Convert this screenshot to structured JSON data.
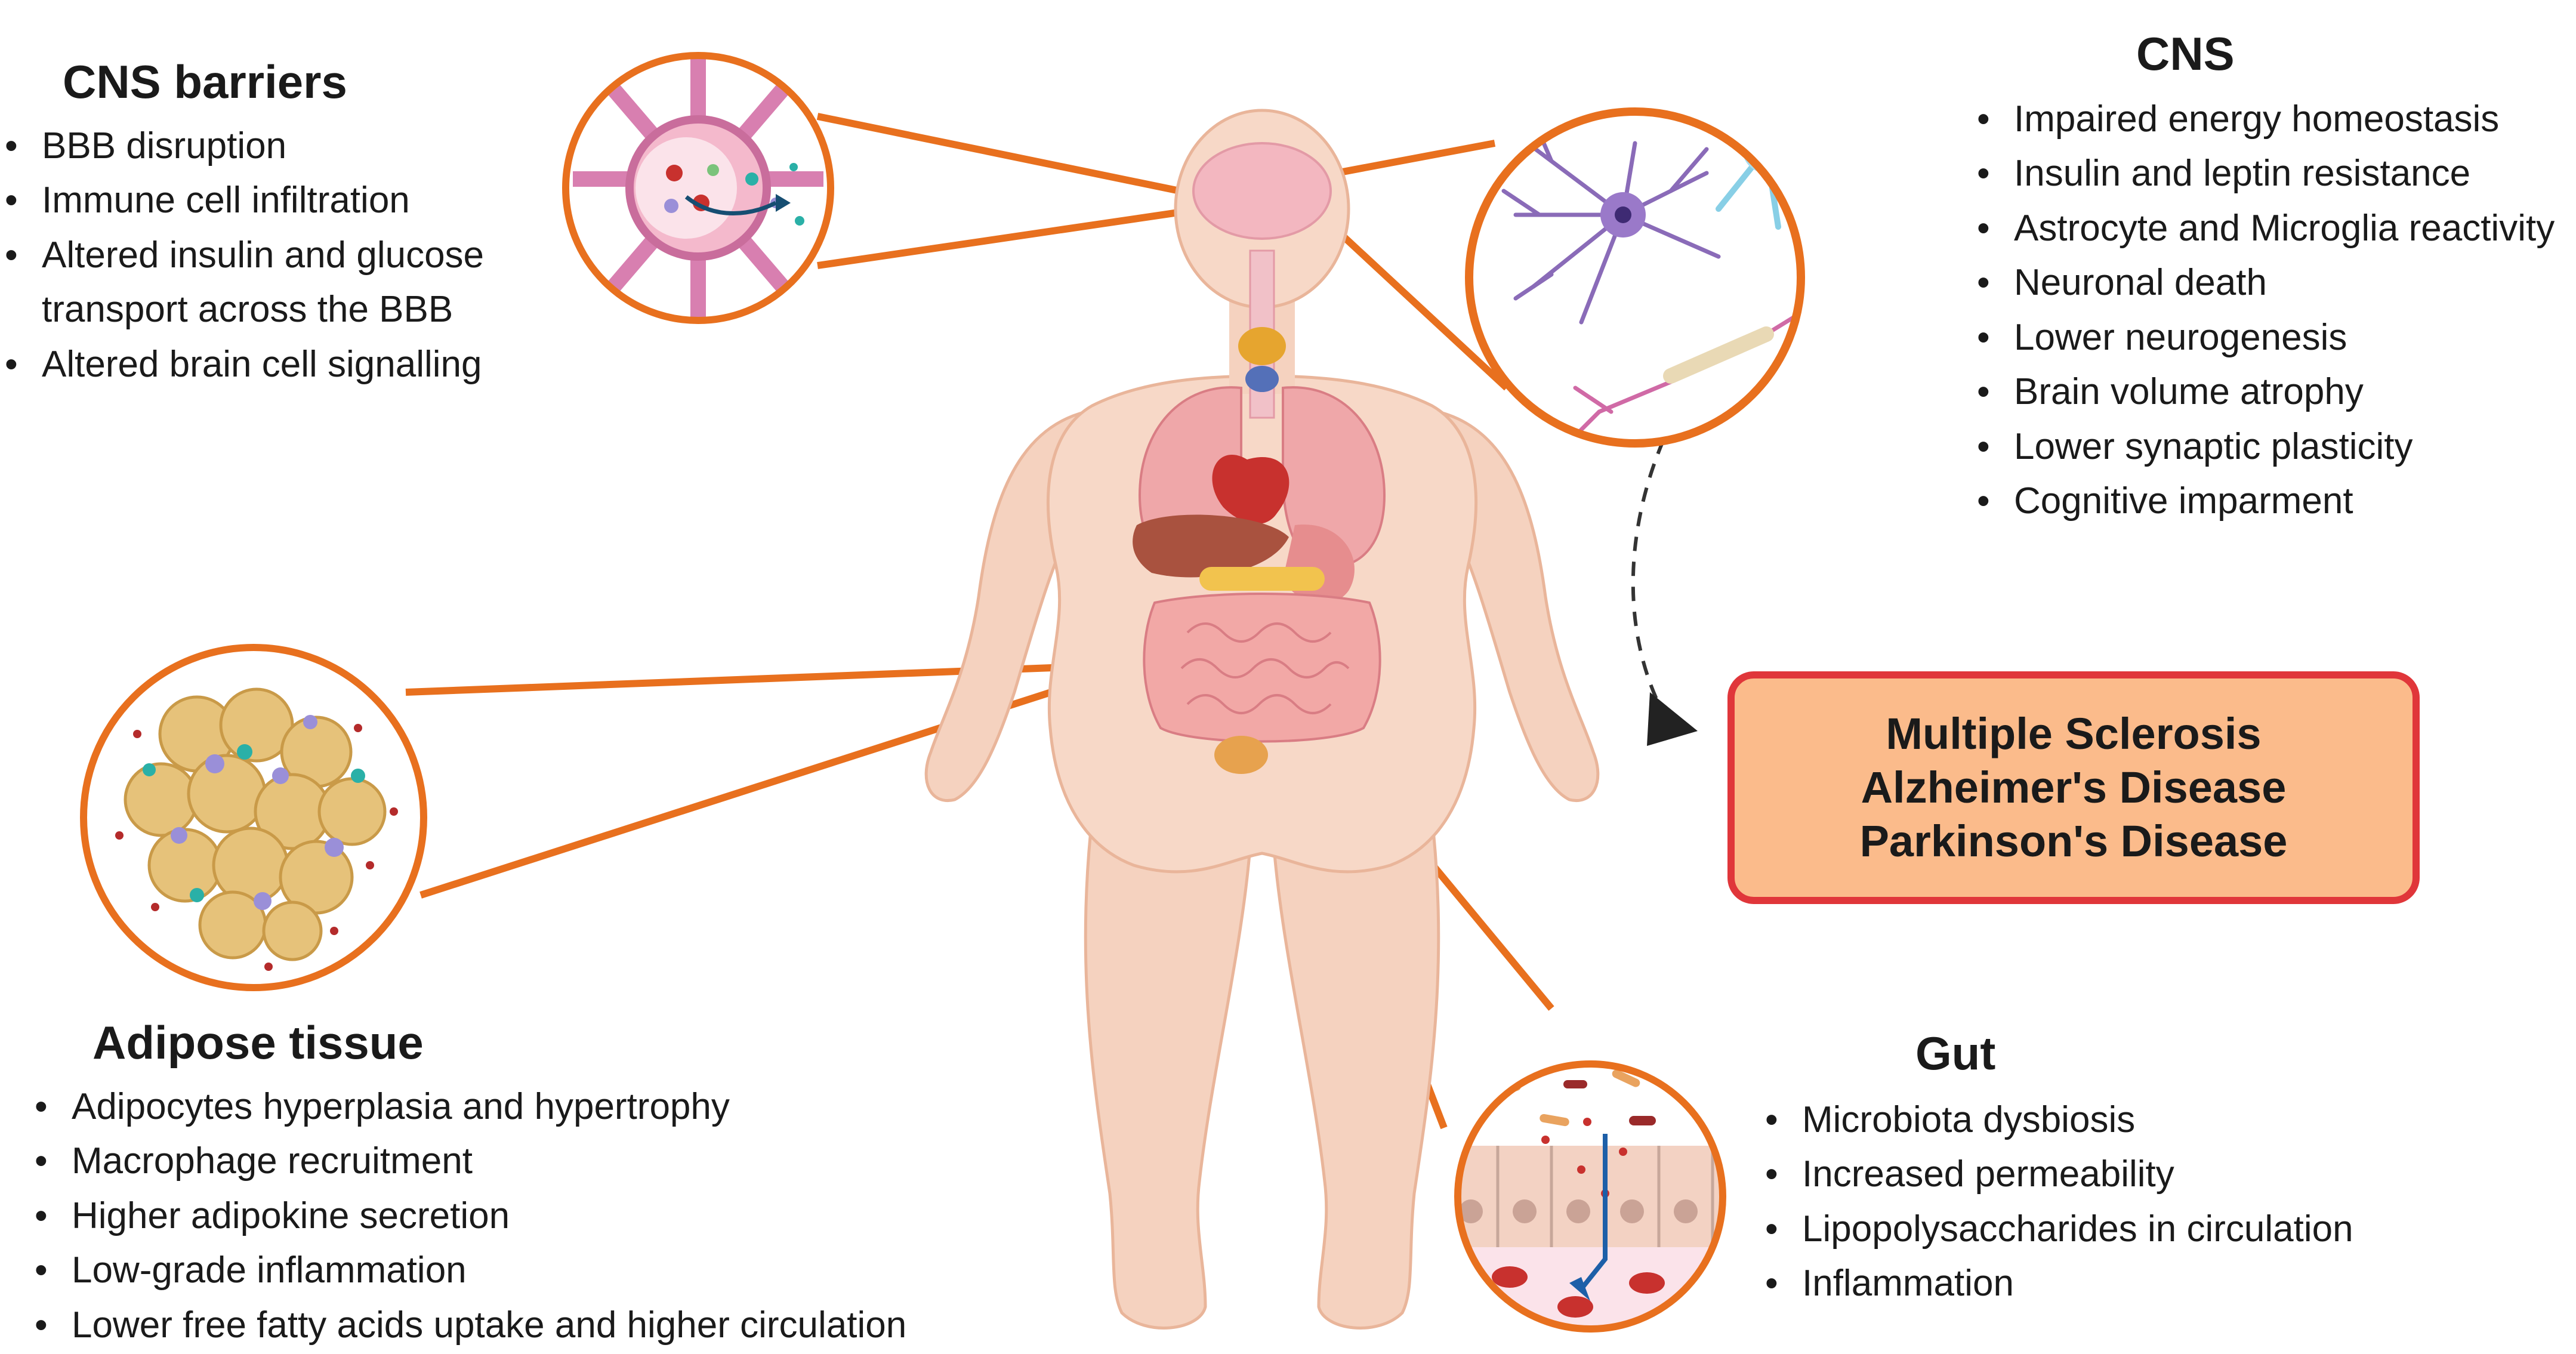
{
  "cns_barriers": {
    "title": "CNS barriers",
    "items": [
      "BBB disruption",
      "Immune cell infiltration",
      "Altered insulin and glucose",
      "transport across the BBB",
      "Altered brain cell signalling"
    ]
  },
  "cns": {
    "title": "CNS",
    "items": [
      "Impaired energy homeostasis",
      "Insulin and leptin resistance",
      "Astrocyte and Microglia reactivity",
      "Neuronal death",
      "Lower neurogenesis",
      "Brain volume atrophy",
      "Lower synaptic plasticity",
      "Cognitive imparment"
    ]
  },
  "adipose": {
    "title": "Adipose tissue",
    "items": [
      "Adipocytes hyperplasia and hypertrophy",
      "Macrophage recruitment",
      "Higher adipokine secretion",
      "Low-grade inflammation",
      "Lower free fatty acids uptake and higher circulation"
    ]
  },
  "gut": {
    "title": "Gut",
    "items": [
      "Microbiota dysbiosis",
      "Increased permeability",
      "Lipopolysaccharides in circulation",
      "Inflammation"
    ]
  },
  "diseases": [
    "Multiple Sclerosis",
    "Alzheimer's Disease",
    "Parkinson's Disease"
  ],
  "colors": {
    "connector": "#e8701e",
    "disease_border": "#e0363a",
    "disease_fill": "#fbbb8b",
    "skin": "#f6d5c3"
  }
}
